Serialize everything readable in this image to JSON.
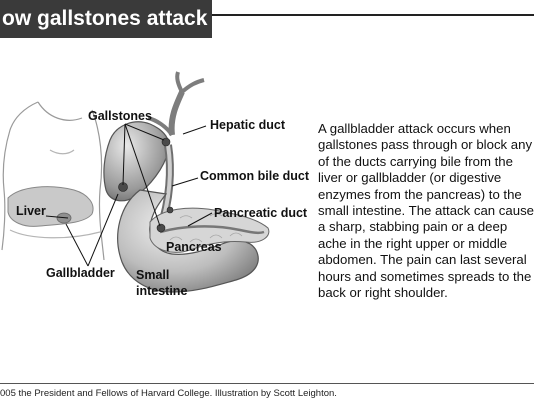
{
  "title": "ow gallstones attack",
  "labels": {
    "gallstones": "Gallstones",
    "hepatic_duct": "Hepatic duct",
    "common_bile_duct": "Common bile duct",
    "pancreatic_duct": "Pancreatic duct",
    "liver": "Liver",
    "pancreas": "Pancreas",
    "gallbladder": "Gallbladder",
    "small_intestine_line1": "Small",
    "small_intestine_line2": "intestine"
  },
  "description": "A gallbladder attack occurs when gallstones pass through or block any of the ducts carrying bile from the liver or gallbladder (or digestive enzymes from the pancreas) to the small intestine. The attack can cause a sharp, stabbing pain or a deep ache in the right upper or middle abdomen. The pain can last several hours and sometimes spreads to the back or right shoulder.",
  "credit": "005 the President and Fellows of Harvard College. Illustration by Scott Leighton."
}
